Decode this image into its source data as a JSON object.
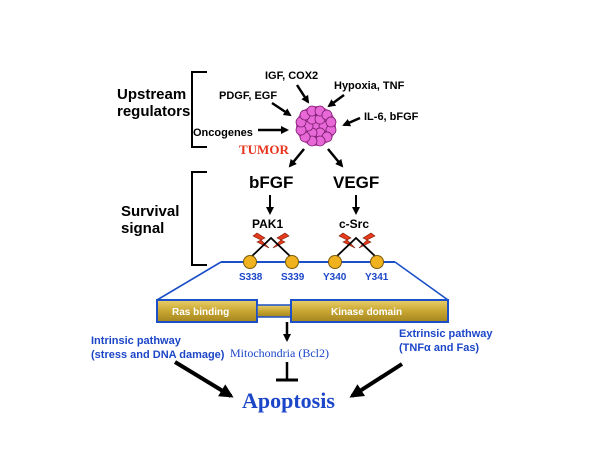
{
  "sections": {
    "upstream": [
      "Upstream",
      "regulators"
    ],
    "survival": [
      "Survival",
      "signal"
    ]
  },
  "regulators": {
    "igf_cox2": "IGF, COX2",
    "hypoxia_tnf": "Hypoxia, TNF",
    "pdgf_egf": "PDGF, EGF",
    "il6_bfgf": "IL-6, bFGF",
    "oncogenes": "Oncogenes"
  },
  "tumor_label": "TUMOR",
  "growth_factors": {
    "bfgf": "bFGF",
    "vegf": "VEGF"
  },
  "kinases": {
    "pak1": "PAK1",
    "csrc": "c-Src"
  },
  "sites": [
    "S338",
    "S339",
    "Y340",
    "Y341"
  ],
  "protein_domains": {
    "ras_binding": "Ras binding",
    "kinase_domain": "Kinase domain"
  },
  "pathways": {
    "intrinsic": [
      "Intrinsic  pathway",
      "(stress and DNA damage)"
    ],
    "extrinsic": [
      "Extrinsic pathway",
      "(TNFα and Fas)"
    ]
  },
  "mitochondria": "Mitochondria (Bcl2)",
  "outcome": "Apoptosis",
  "colors": {
    "tumor_red": "#e8341c",
    "blue_text": "#1c46c8",
    "domain_gold": "#c8a632",
    "domain_border": "#1c50c8",
    "site_orange": "#f0b21e",
    "tumor_pink": "#e868d8",
    "lightning": "#e53a1c"
  }
}
